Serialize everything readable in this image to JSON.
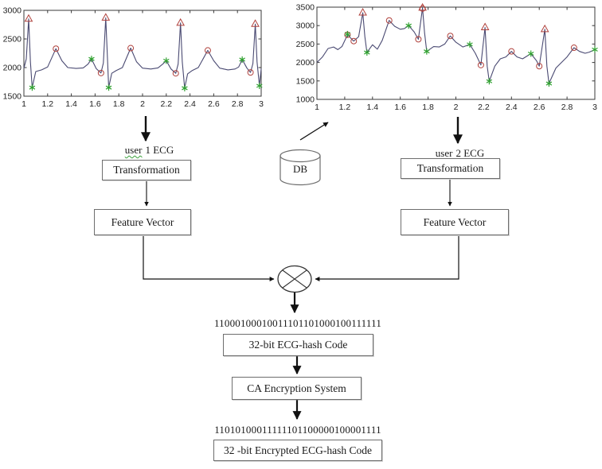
{
  "diagram": {
    "user1": {
      "word": "user",
      "rest": "1 ECG"
    },
    "user2": {
      "word": "user",
      "rest": "2 ECG"
    },
    "boxes": {
      "transformation_left": "Transformation",
      "transformation_right": "Transformation",
      "feature_vector_left": "Feature Vector",
      "feature_vector_right": "Feature Vector",
      "hash_code": "32-bit ECG-hash Code",
      "ca_encryption": "CA Encryption System",
      "encrypted_hash": "32 -bit Encrypted ECG-hash Code"
    },
    "binary_hash": "11000100010011101101000100111111",
    "binary_encrypted": "11010100011111101100000100001111",
    "db_label": "DB",
    "xor_symbol": "circled-times",
    "colors": {
      "waveform": "#4a4a72",
      "marker_red": "#b0413c",
      "marker_green": "#2fa12f",
      "line": "#1a1a1a",
      "axis": "#3a3a3a"
    }
  },
  "chart_data": [
    {
      "type": "line",
      "title": "user 1 ECG",
      "xlabel": "",
      "ylabel": "",
      "xlim": [
        1,
        3
      ],
      "ylim": [
        1500,
        3000
      ],
      "xticks": [
        "1",
        "1.2",
        "1.4",
        "1.6",
        "1.8",
        "2",
        "2.2",
        "2.4",
        "2.6",
        "2.8",
        "3"
      ],
      "yticks": [
        "1500",
        "2000",
        "2500",
        "3000"
      ],
      "grid": false,
      "legend": "none",
      "series": [
        {
          "name": "ecg-user1",
          "x": [
            1.0,
            1.02,
            1.04,
            1.055,
            1.07,
            1.1,
            1.15,
            1.2,
            1.27,
            1.32,
            1.37,
            1.44,
            1.5,
            1.54,
            1.57,
            1.61,
            1.65,
            1.67,
            1.69,
            1.705,
            1.715,
            1.74,
            1.78,
            1.83,
            1.9,
            1.95,
            2.0,
            2.07,
            2.13,
            2.17,
            2.2,
            2.24,
            2.28,
            2.3,
            2.32,
            2.335,
            2.355,
            2.38,
            2.42,
            2.47,
            2.55,
            2.6,
            2.65,
            2.72,
            2.78,
            2.81,
            2.84,
            2.88,
            2.91,
            2.93,
            2.95,
            2.965,
            2.985,
            3.0
          ],
          "y": [
            1990,
            2150,
            2850,
            2100,
            1650,
            1930,
            1960,
            2010,
            2330,
            2120,
            2000,
            1985,
            1995,
            2060,
            2150,
            1980,
            1905,
            2080,
            2870,
            2150,
            1650,
            1900,
            1950,
            2000,
            2340,
            2100,
            1990,
            1975,
            1995,
            2060,
            2120,
            1975,
            1900,
            2060,
            2780,
            2100,
            1640,
            1890,
            1950,
            2000,
            2300,
            2120,
            1990,
            1960,
            1975,
            2010,
            2140,
            1990,
            1915,
            2070,
            2760,
            2100,
            1680,
            1980
          ]
        }
      ],
      "markers": {
        "triangles": [
          [
            1.04,
            2850
          ],
          [
            1.69,
            2870
          ],
          [
            2.32,
            2780
          ],
          [
            2.95,
            2760
          ]
        ],
        "circles": [
          [
            1.27,
            2330
          ],
          [
            1.65,
            1905
          ],
          [
            1.9,
            2340
          ],
          [
            2.28,
            1900
          ],
          [
            2.55,
            2300
          ],
          [
            2.91,
            1915
          ]
        ],
        "asterisks": [
          [
            1.07,
            1650
          ],
          [
            1.57,
            2150
          ],
          [
            1.715,
            1650
          ],
          [
            2.2,
            2120
          ],
          [
            2.355,
            1640
          ],
          [
            2.84,
            2140
          ],
          [
            2.985,
            1680
          ]
        ]
      }
    },
    {
      "type": "line",
      "title": "user 2 ECG",
      "xlabel": "",
      "ylabel": "",
      "xlim": [
        1,
        3
      ],
      "ylim": [
        1000,
        3500
      ],
      "xticks": [
        "1",
        "1.2",
        "1.4",
        "1.6",
        "1.8",
        "2",
        "2.2",
        "2.4",
        "2.6",
        "2.8",
        "3"
      ],
      "yticks": [
        "1000",
        "1500",
        "2000",
        "2500",
        "3000",
        "3500"
      ],
      "grid": false,
      "legend": "none",
      "series": [
        {
          "name": "ecg-user2",
          "x": [
            1.0,
            1.04,
            1.08,
            1.12,
            1.15,
            1.18,
            1.22,
            1.265,
            1.3,
            1.33,
            1.345,
            1.36,
            1.4,
            1.435,
            1.47,
            1.52,
            1.56,
            1.6,
            1.63,
            1.66,
            1.7,
            1.73,
            1.76,
            1.775,
            1.79,
            1.84,
            1.88,
            1.92,
            1.96,
            2.0,
            2.05,
            2.1,
            2.14,
            2.18,
            2.21,
            2.225,
            2.24,
            2.28,
            2.32,
            2.36,
            2.4,
            2.44,
            2.48,
            2.54,
            2.58,
            2.6,
            2.64,
            2.655,
            2.67,
            2.72,
            2.76,
            2.8,
            2.85,
            2.89,
            2.93,
            2.96,
            3.0
          ],
          "y": [
            2000,
            2150,
            2380,
            2420,
            2350,
            2430,
            2750,
            2580,
            2700,
            3350,
            2700,
            2270,
            2480,
            2360,
            2600,
            3140,
            2980,
            2900,
            2920,
            3000,
            2830,
            2630,
            3480,
            2800,
            2300,
            2430,
            2420,
            2500,
            2720,
            2550,
            2420,
            2490,
            2250,
            1930,
            2950,
            1900,
            1490,
            1900,
            2100,
            2150,
            2300,
            2150,
            2100,
            2240,
            2050,
            1900,
            2900,
            1900,
            1430,
            1850,
            2000,
            2150,
            2400,
            2300,
            2250,
            2280,
            2350
          ]
        }
      ],
      "markers": {
        "triangles": [
          [
            1.33,
            3350
          ],
          [
            1.76,
            3480
          ],
          [
            2.21,
            2950
          ],
          [
            2.64,
            2900
          ]
        ],
        "circles": [
          [
            1.22,
            2750
          ],
          [
            1.265,
            2580
          ],
          [
            1.52,
            3140
          ],
          [
            1.73,
            2630
          ],
          [
            1.76,
            3460
          ],
          [
            1.96,
            2720
          ],
          [
            2.18,
            1930
          ],
          [
            2.4,
            2300
          ],
          [
            2.6,
            1900
          ],
          [
            2.85,
            2400
          ]
        ],
        "asterisks": [
          [
            1.22,
            2770
          ],
          [
            1.36,
            2270
          ],
          [
            1.66,
            3000
          ],
          [
            1.79,
            2300
          ],
          [
            2.1,
            2490
          ],
          [
            2.24,
            1490
          ],
          [
            2.54,
            2240
          ],
          [
            2.67,
            1430
          ],
          [
            3.0,
            2350
          ]
        ]
      }
    }
  ]
}
